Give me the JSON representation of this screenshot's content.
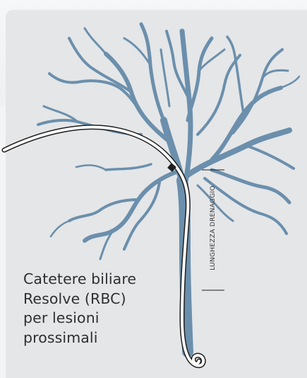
{
  "caption": {
    "line1": "Catetere biliare",
    "line2": "Resolve (RBC)",
    "line3": "per lesioni",
    "line4": "prossimali"
  },
  "dimension_label": "LUNGHEZZA DRENAGGIO",
  "colors": {
    "panel": "#e4e6e8",
    "duct": "#6b8fac",
    "catheter_outline": "#1e1e1e",
    "catheter_fill": "#ffffff"
  }
}
